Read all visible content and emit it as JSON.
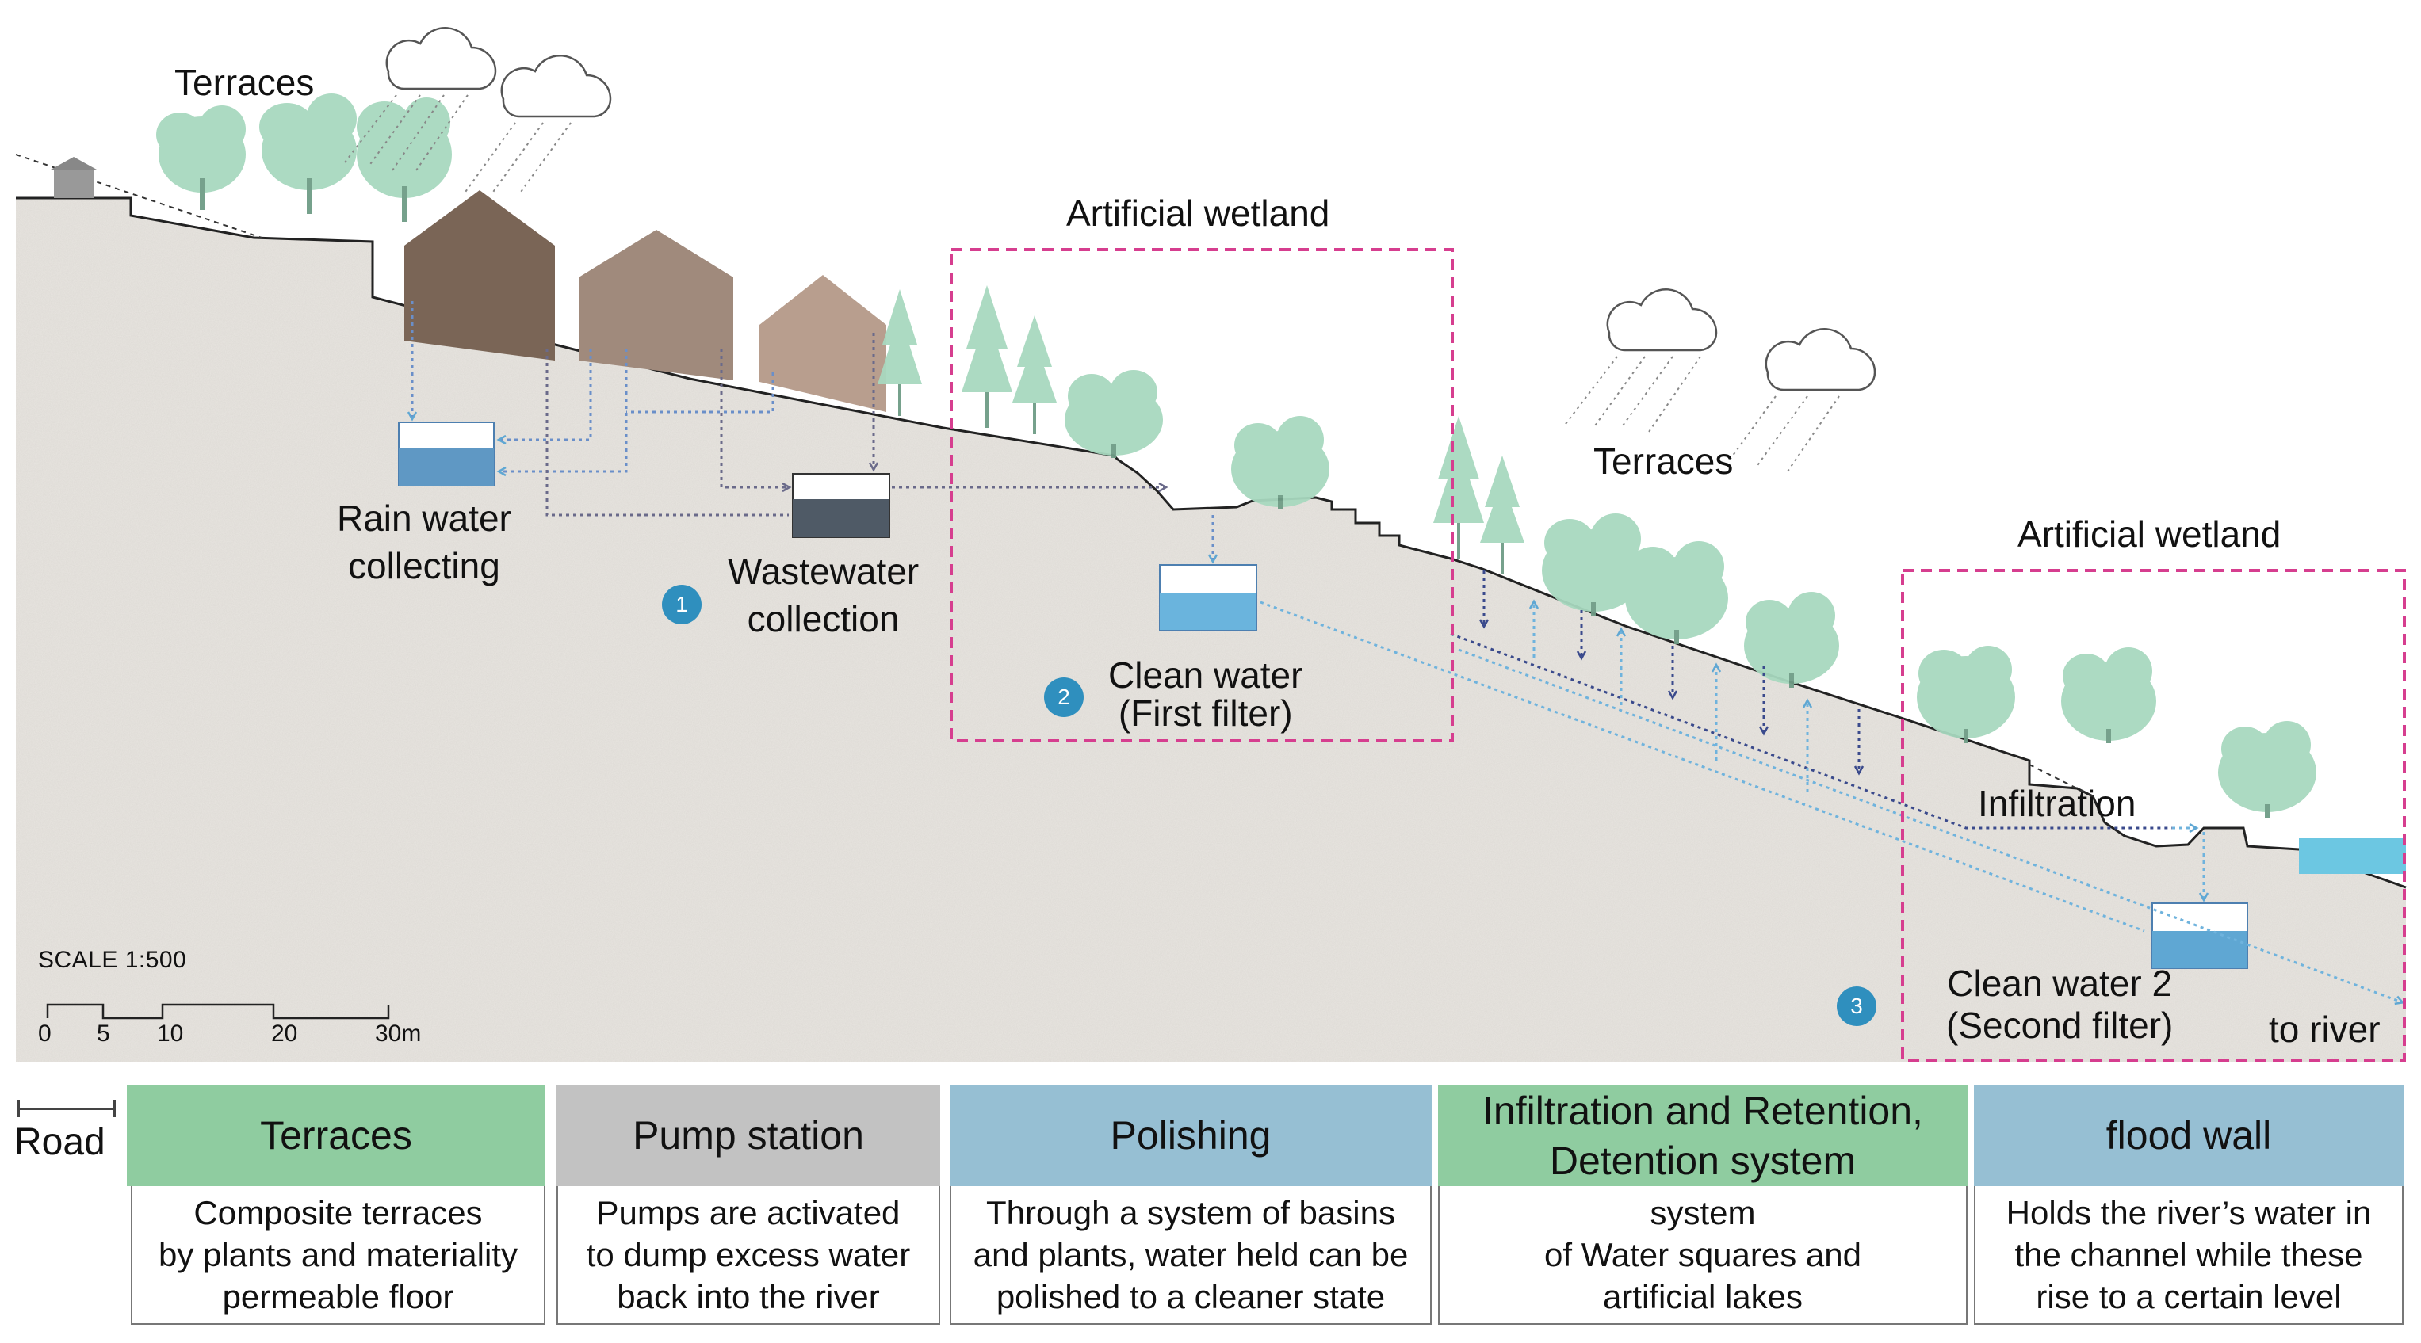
{
  "labels": {
    "terraces_top": "Terraces",
    "artificial_wetland_1": "Artificial wetland",
    "terraces_mid": "Terraces",
    "artificial_wetland_2": "Artificial wetland",
    "rain_water": "Rain water\ncollecting",
    "wastewater": "Wastewater\ncollection",
    "clean_water_1": "Clean water\n(First filter)",
    "infiltration": "Infiltration",
    "clean_water_2": "Clean water 2\n(Second filter)",
    "to_river": "to river"
  },
  "badges": [
    "1",
    "2",
    "3"
  ],
  "scale": {
    "title": "SCALE 1:500",
    "ticks": [
      "0",
      "5",
      "10",
      "20",
      "30m"
    ]
  },
  "road": "Road",
  "colors": {
    "ground": "#e9e6e1",
    "tree": "#a8d8bf",
    "house_dark": "#7a6556",
    "house_mid": "#a08a7c",
    "house_light": "#b89e8e",
    "water": "#5fa7d3",
    "wastewater": "#4f5a66",
    "wetland_border": "#d63e8f",
    "flow_dark": "#3a4a8c",
    "flow_light": "#6fb3dd",
    "green_header": "#8fcca0",
    "gray_header": "#c2c2c2",
    "blue_header": "#96bfd3"
  },
  "legend": [
    {
      "title": "Terraces",
      "body": "Composite terraces\nby plants and materiality\npermeable floor",
      "color": "green"
    },
    {
      "title": "Pump station",
      "body": "Pumps are activated\nto dump excess water\nback into the river",
      "color": "gray"
    },
    {
      "title": "Polishing",
      "body": "Through a system of basins\nand plants, water held can be\npolished to a cleaner state",
      "color": "blue"
    },
    {
      "title": "Infiltration and Retention,\nDetention system",
      "body": "system\nof Water squares and\nartificial lakes",
      "color": "green"
    },
    {
      "title": "flood wall",
      "body": "Holds the river’s water in\nthe channel while these\nrise to a certain level",
      "color": "blue"
    }
  ]
}
